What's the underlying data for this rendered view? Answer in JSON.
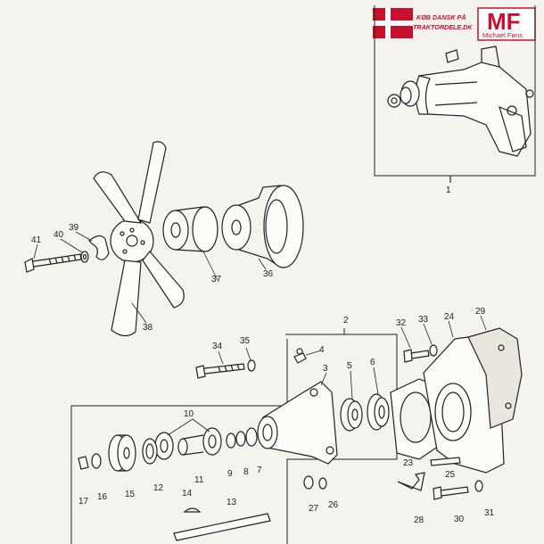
{
  "banner": {
    "text_line1": "KØB DANSK PÅ",
    "text_line2": "TRAKTORDELE.DK",
    "logo_text": "MF",
    "logo_subtext": "Michael Føns",
    "flag_colors": {
      "red": "#c8102e",
      "white": "#ffffff"
    }
  },
  "part_labels": {
    "p1": "1",
    "p2": "2",
    "p3": "3",
    "p4": "4",
    "p5": "5",
    "p6": "6",
    "p7": "7",
    "p8": "8",
    "p9": "9",
    "p10": "10",
    "p11": "11",
    "p12": "12",
    "p13": "13",
    "p14": "14",
    "p15": "15",
    "p16": "16",
    "p17": "17",
    "p23": "23",
    "p24": "24",
    "p25": "25",
    "p26": "26",
    "p27": "27",
    "p28": "28",
    "p29": "29",
    "p30": "30",
    "p31": "31",
    "p32": "32",
    "p33": "33",
    "p34": "34",
    "p35": "35",
    "p36": "36",
    "p37": "37",
    "p38": "38",
    "p39": "39",
    "p40": "40",
    "p41": "41"
  }
}
